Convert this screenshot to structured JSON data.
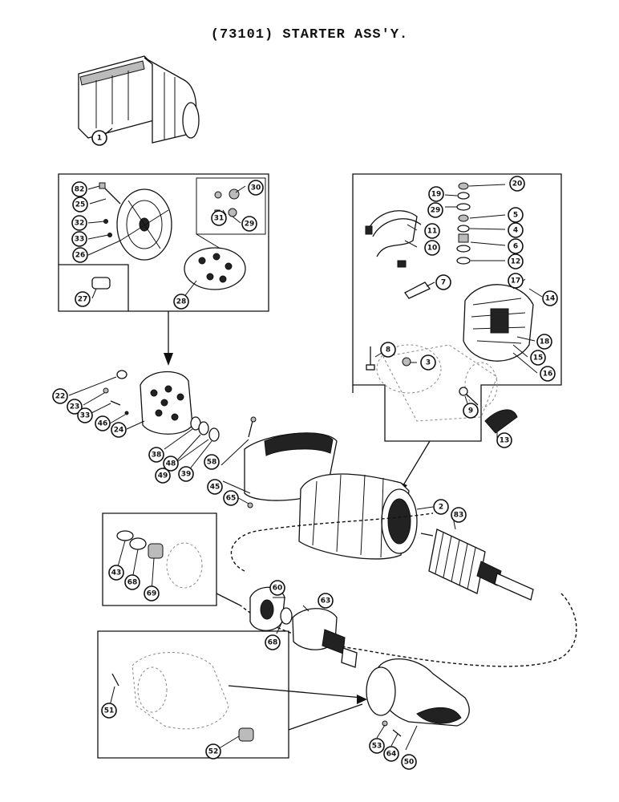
{
  "title": "(73101) STARTER ASS'Y.",
  "callouts": [
    {
      "id": "c1",
      "label": "1"
    },
    {
      "id": "c82",
      "label": "82"
    },
    {
      "id": "c25",
      "label": "25"
    },
    {
      "id": "c32",
      "label": "32"
    },
    {
      "id": "c33a",
      "label": "33"
    },
    {
      "id": "c26",
      "label": "26"
    },
    {
      "id": "c27",
      "label": "27"
    },
    {
      "id": "c30",
      "label": "30"
    },
    {
      "id": "c31",
      "label": "31"
    },
    {
      "id": "c29a",
      "label": "29"
    },
    {
      "id": "c28",
      "label": "28"
    },
    {
      "id": "c20",
      "label": "20"
    },
    {
      "id": "c19",
      "label": "19"
    },
    {
      "id": "c29b",
      "label": "29"
    },
    {
      "id": "c5",
      "label": "5"
    },
    {
      "id": "c4",
      "label": "4"
    },
    {
      "id": "c6",
      "label": "6"
    },
    {
      "id": "c12",
      "label": "12"
    },
    {
      "id": "c11",
      "label": "11"
    },
    {
      "id": "c10",
      "label": "10"
    },
    {
      "id": "c7",
      "label": "7"
    },
    {
      "id": "c17",
      "label": "17"
    },
    {
      "id": "c14",
      "label": "14"
    },
    {
      "id": "c18",
      "label": "18"
    },
    {
      "id": "c15",
      "label": "15"
    },
    {
      "id": "c16",
      "label": "16"
    },
    {
      "id": "c8",
      "label": "8"
    },
    {
      "id": "c3",
      "label": "3"
    },
    {
      "id": "c9",
      "label": "9"
    },
    {
      "id": "c13",
      "label": "13"
    },
    {
      "id": "c22",
      "label": "22"
    },
    {
      "id": "c23",
      "label": "23"
    },
    {
      "id": "c33b",
      "label": "33"
    },
    {
      "id": "c46",
      "label": "46"
    },
    {
      "id": "c24",
      "label": "24"
    },
    {
      "id": "c38",
      "label": "38"
    },
    {
      "id": "c48",
      "label": "48"
    },
    {
      "id": "c49",
      "label": "49"
    },
    {
      "id": "c39",
      "label": "39"
    },
    {
      "id": "c58",
      "label": "58"
    },
    {
      "id": "c45",
      "label": "45"
    },
    {
      "id": "c65",
      "label": "65"
    },
    {
      "id": "c2",
      "label": "2"
    },
    {
      "id": "c83",
      "label": "83"
    },
    {
      "id": "c43",
      "label": "43"
    },
    {
      "id": "c68a",
      "label": "68"
    },
    {
      "id": "c69",
      "label": "69"
    },
    {
      "id": "c60",
      "label": "60"
    },
    {
      "id": "c63",
      "label": "63"
    },
    {
      "id": "c68b",
      "label": "68"
    },
    {
      "id": "c51",
      "label": "51"
    },
    {
      "id": "c52",
      "label": "52"
    },
    {
      "id": "c53",
      "label": "53"
    },
    {
      "id": "c64",
      "label": "64"
    },
    {
      "id": "c50",
      "label": "50"
    }
  ]
}
